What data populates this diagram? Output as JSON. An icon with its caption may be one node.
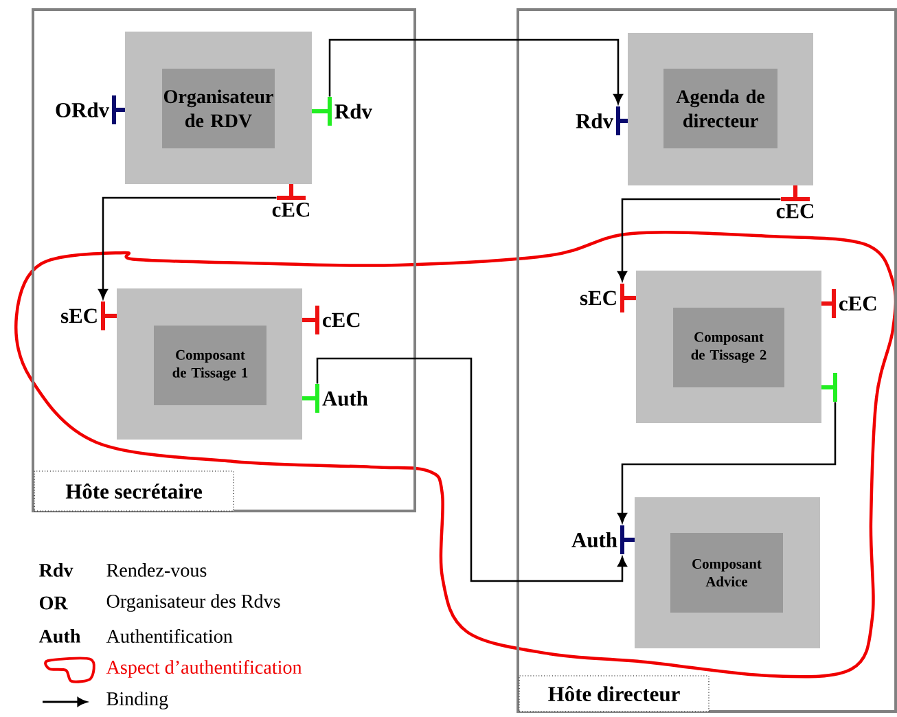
{
  "diagram": {
    "nodes": [
      {
        "text": [
          "Hôte secrétaire"
        ]
      },
      {
        "text": [
          "Organisateur de RDV"
        ],
        "in": 0
      },
      {
        "text": [
          "ORdv"
        ],
        "in": 0
      },
      {
        "text": [
          "Rdv"
        ],
        "in": 0
      },
      {
        "text": [
          "cEC"
        ],
        "in": 0
      },
      {
        "text": [
          "Composant de Tissage 1"
        ],
        "in": 0
      },
      {
        "text": [
          "sEC"
        ],
        "in": 0
      },
      {
        "text": [
          "cEC"
        ],
        "in": 0
      },
      {
        "text": [
          "Auth"
        ],
        "in": 0
      },
      {
        "text": [
          "Hôte directeur"
        ]
      },
      {
        "text": [
          "Agenda de directeur"
        ],
        "in": 9
      },
      {
        "text": [
          "Rdv"
        ],
        "in": 9
      },
      {
        "text": [
          "cEC"
        ],
        "in": 9
      },
      {
        "text": [
          "Composant de Tissage 2"
        ],
        "in": 9
      },
      {
        "text": [
          "sEC"
        ],
        "in": 9
      },
      {
        "text": [
          "cEC"
        ],
        "in": 9
      },
      {
        "text": [],
        "shape": "bar",
        "in": 9
      },
      {
        "text": [
          "Composant Advice"
        ],
        "in": 9
      },
      {
        "text": [
          "Auth"
        ],
        "in": 9
      }
    ],
    "edges": [
      {
        "from": 3,
        "to": 11,
        "arrow": "to"
      },
      {
        "from": 4,
        "to": 6,
        "arrow": "to"
      },
      {
        "from": 12,
        "to": 14,
        "arrow": "to"
      },
      {
        "from": 16,
        "to": 18,
        "arrow": "to"
      },
      {
        "from": 8,
        "to": 18,
        "arrow": "to"
      }
    ],
    "labels": [
      "Rdv",
      "OR",
      "Auth"
    ],
    "legend": [
      {
        "text": "Rendez-vous"
      },
      {
        "text": "Organisateur des Rdvs"
      },
      {
        "text": "Authentification"
      },
      {
        "text": "Aspect d’authentification"
      },
      {
        "text": "Binding"
      }
    ]
  }
}
